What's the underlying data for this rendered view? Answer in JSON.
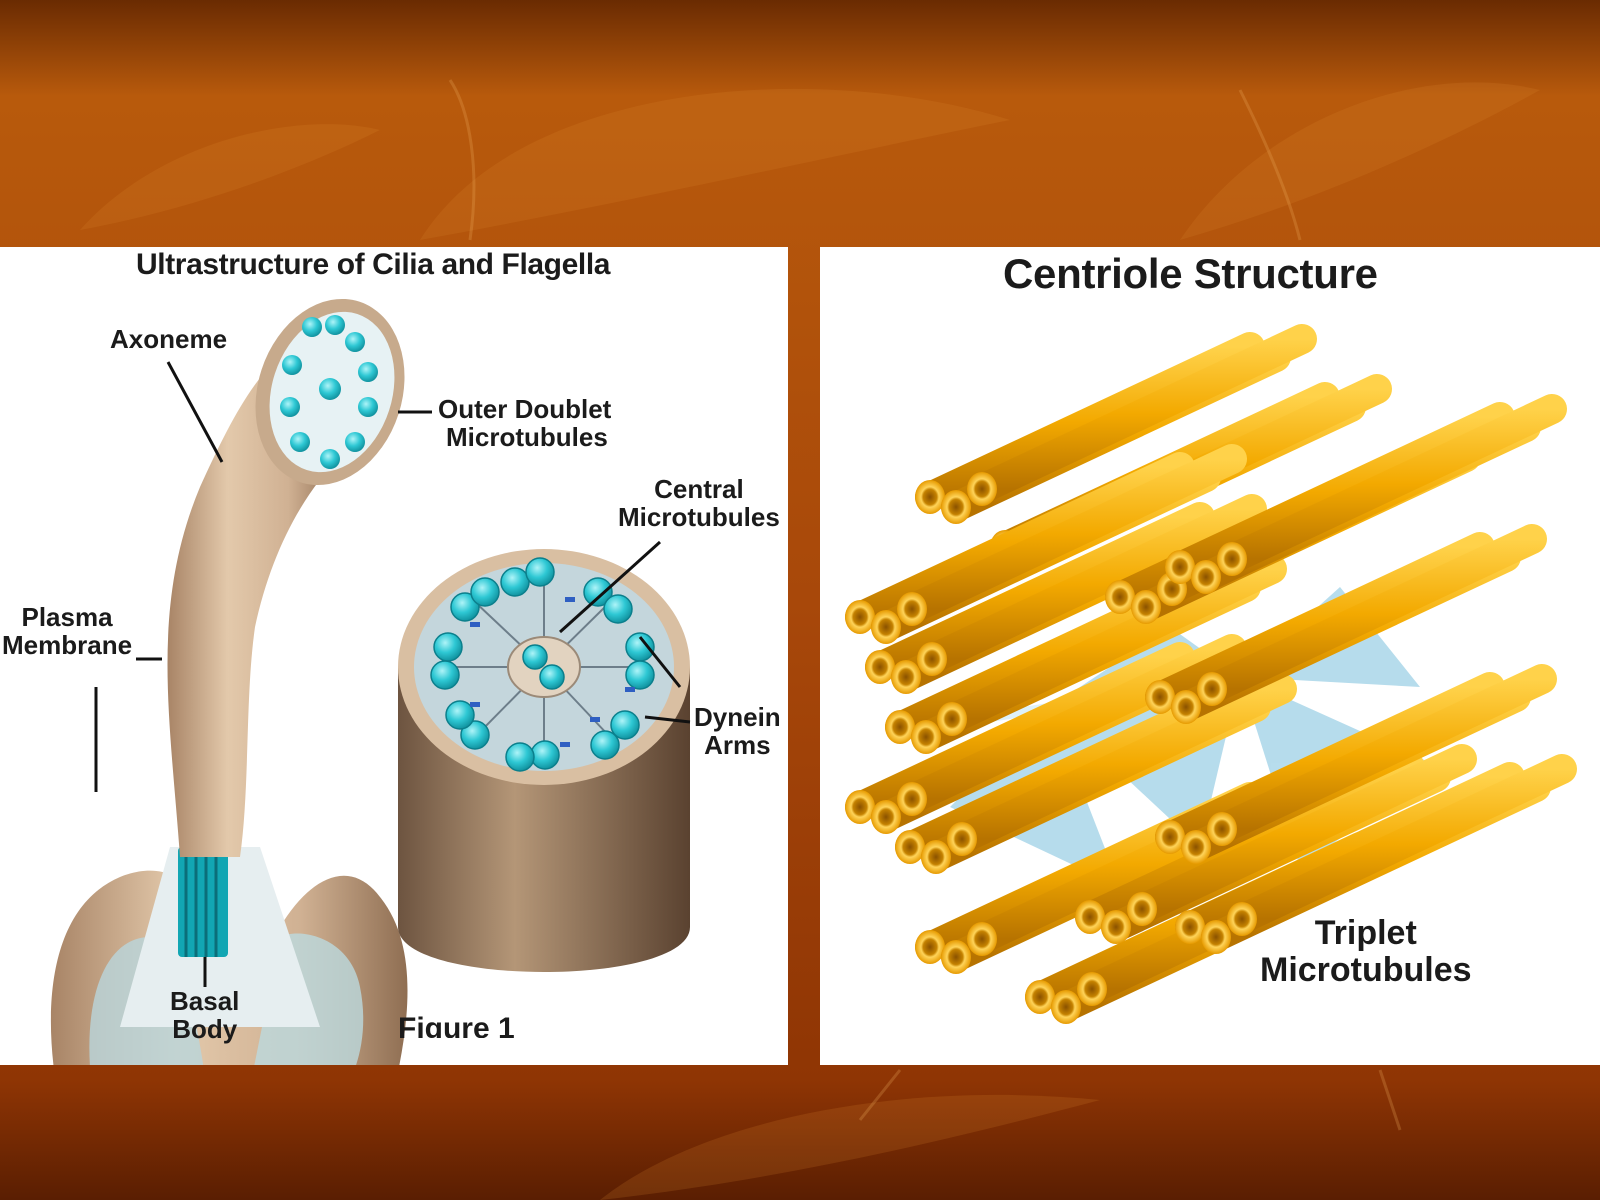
{
  "left_figure": {
    "title": "Ultrastructure of Cilia and Flagella",
    "labels": {
      "axoneme": "Axoneme",
      "outer_doublet": [
        "Outer Doublet",
        "Microtubules"
      ],
      "central": [
        "Central",
        "Microtubules"
      ],
      "plasma_membrane": [
        "Plasma",
        "Membrane"
      ],
      "dynein_arms": [
        "Dynein",
        "Arms"
      ],
      "basal_body": [
        "Basal",
        "Body"
      ]
    },
    "figure_caption": "Figure 1"
  },
  "right_figure": {
    "title": "Centriole Structure",
    "labels": {
      "triplet": [
        "Triplet",
        "Microtubules"
      ]
    }
  },
  "colors": {
    "background_orange": "#b24d0a",
    "background_dark": "#6e2a03",
    "microtubule_teal": "#22c3d0",
    "membrane_tan": "#d9bea0",
    "centriole_gold": "#f2a800",
    "panel_white": "#ffffff"
  }
}
